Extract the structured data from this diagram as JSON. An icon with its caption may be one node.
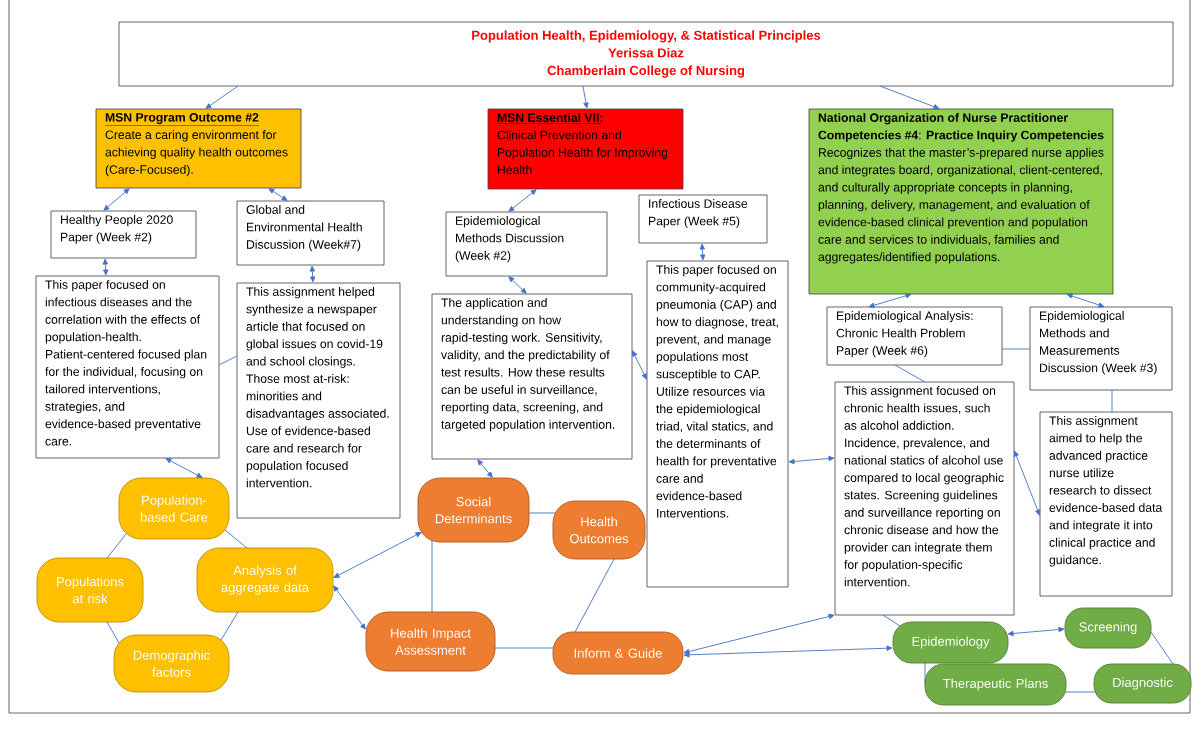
{
  "diagram": {
    "nodes": [
      {
        "text": [
          "Population Health, Epidemiology, & Statistical Principles",
          "Yerissa Diaz",
          "Chamberlain College of Nursing"
        ]
      },
      {
        "text": [
          "MSN Program Outcome #2",
          "Create a caring environment for achieving quality health outcomes (Care-Focused)."
        ]
      },
      {
        "text": [
          "MSN Essential VII:",
          "Clinical Prevention and Population Health for Improving Health"
        ]
      },
      {
        "text": [
          "**National Organization of Nurse Practitioner Competencies #4**: **Practice Inquiry Competencies** Recognizes that the master’s-prepared nurse applies and integrates board, organizational, client-centered, and culturally appropriate concepts in planning, planning, delivery, management, and evaluation of evidence-based clinical prevention and population care and services to individuals, families and aggregates/identified populations."
        ]
      },
      {
        "text": [
          "Healthy People 2020 Paper (Week #2)"
        ]
      },
      {
        "text": [
          "Global and Environmental Health Discussion (Week#7)"
        ]
      },
      {
        "text": [
          "Epidemiological Methods Discussion (Week #2)"
        ]
      },
      {
        "text": [
          "Infectious Disease Paper (Week #5)"
        ]
      },
      {
        "text": [
          "Epidemiological Analysis: Chronic Health Problem Paper (Week #6)"
        ]
      },
      {
        "text": [
          "Epidemiological Methods and Measurements Discussion (Week #3)"
        ]
      },
      {
        "text": [
          "This paper focused on infectious diseases and the correlation with the effects of population-health. Patient-centered focused plan for the individual, focusing on tailored interventions, strategies, and evidence-based preventative care."
        ]
      },
      {
        "text": [
          "This assignment helped synthesize a newspaper article that focused on global issues on covid-19 and school closings. Those most at-risk: minorities and disadvantages associated. Use of evidence-based care and research for population focused intervention."
        ]
      },
      {
        "text": [
          "The application and understanding on how rapid-testing work. Sensitivity, validity, and the predictability of test results. How these results can be useful in surveillance, reporting data, screening, and targeted population intervention."
        ]
      },
      {
        "text": [
          "This paper focused on community-acquired pneumonia (CAP) and how to diagnose, treat, prevent, and manage populations most susceptible to CAP. Utilize resources via the epidemiological triad, vital statics, and the determinants of health for preventative care and evidence-based Interventions."
        ]
      },
      {
        "text": [
          "This assignment focused on chronic health issues, such as alcohol addiction. Incidence, prevalence, and national statics of alcohol use compared to local geographic states. Screening guidelines and surveillance reporting on chronic disease and how the provider can integrate them for population-specific intervention."
        ]
      },
      {
        "text": [
          "This assignment aimed to help the advanced practice nurse utilize research to dissect evidence-based data and integrate it into clinical practice and guidance."
        ]
      },
      {
        "text": [
          "Population-based Care"
        ]
      },
      {
        "text": [
          "Social Determinants"
        ]
      },
      {
        "text": [
          "Health Outcomes"
        ]
      },
      {
        "text": [
          "Populations at risk"
        ]
      },
      {
        "text": [
          "Analysis of aggregate data"
        ]
      },
      {
        "text": [
          "Health Impact Assessment"
        ]
      },
      {
        "text": [
          "Inform & Guide"
        ]
      },
      {
        "text": [
          "Demographic factors"
        ]
      },
      {
        "text": [
          "Screening"
        ]
      },
      {
        "text": [
          "Epidemiology"
        ]
      },
      {
        "text": [
          "Therapeutic Plans"
        ]
      },
      {
        "text": [
          "Diagnostic"
        ]
      }
    ],
    "edges": [
      {
        "from": 0,
        "to": 1,
        "arrow": "to"
      },
      {
        "from": 0,
        "to": 2,
        "arrow": "to"
      },
      {
        "from": 0,
        "to": 3,
        "arrow": "to"
      },
      {
        "from": 1,
        "to": 4,
        "arrow": "both"
      },
      {
        "from": 1,
        "to": 5,
        "arrow": "both"
      },
      {
        "from": 4,
        "to": 10,
        "arrow": "both"
      },
      {
        "from": 5,
        "to": 11,
        "arrow": "both"
      },
      {
        "from": 10,
        "to": 16,
        "arrow": "both"
      },
      {
        "from": 10,
        "to": 11,
        "arrow": "none"
      },
      {
        "from": 2,
        "to": 6,
        "arrow": "both"
      },
      {
        "from": 6,
        "to": 12,
        "arrow": "both"
      },
      {
        "from": 7,
        "to": 13,
        "arrow": "both"
      },
      {
        "from": 12,
        "to": 13,
        "arrow": "both"
      },
      {
        "from": 12,
        "to": 17,
        "arrow": "both"
      },
      {
        "from": 13,
        "to": 14,
        "arrow": "both"
      },
      {
        "from": 3,
        "to": 8,
        "arrow": "both"
      },
      {
        "from": 3,
        "to": 9,
        "arrow": "both"
      },
      {
        "from": 8,
        "to": 9,
        "arrow": "none"
      },
      {
        "from": 8,
        "to": 14,
        "arrow": "none"
      },
      {
        "from": 9,
        "to": 15,
        "arrow": "none"
      },
      {
        "from": 14,
        "to": 15,
        "arrow": "both"
      },
      {
        "from": 17,
        "to": 20,
        "arrow": "both"
      },
      {
        "from": 20,
        "to": 21,
        "arrow": "both"
      },
      {
        "from": 17,
        "to": 21,
        "arrow": "none"
      },
      {
        "from": 17,
        "to": 18,
        "arrow": "none"
      },
      {
        "from": 18,
        "to": 22,
        "arrow": "none"
      },
      {
        "from": 21,
        "to": 22,
        "arrow": "none"
      },
      {
        "from": 14,
        "to": 22,
        "arrow": "both"
      },
      {
        "from": 22,
        "to": 25,
        "arrow": "both"
      },
      {
        "from": 14,
        "to": 25,
        "arrow": "none"
      },
      {
        "from": 25,
        "to": 24,
        "arrow": "both"
      },
      {
        "from": 24,
        "to": 27,
        "arrow": "none"
      },
      {
        "from": 26,
        "to": 27,
        "arrow": "none"
      },
      {
        "from": 25,
        "to": 26,
        "arrow": "none"
      },
      {
        "from": 16,
        "to": 19,
        "arrow": "none"
      },
      {
        "from": 19,
        "to": 23,
        "arrow": "none"
      },
      {
        "from": 23,
        "to": 20,
        "arrow": "none"
      },
      {
        "from": 16,
        "to": 20,
        "arrow": "none"
      }
    ]
  }
}
